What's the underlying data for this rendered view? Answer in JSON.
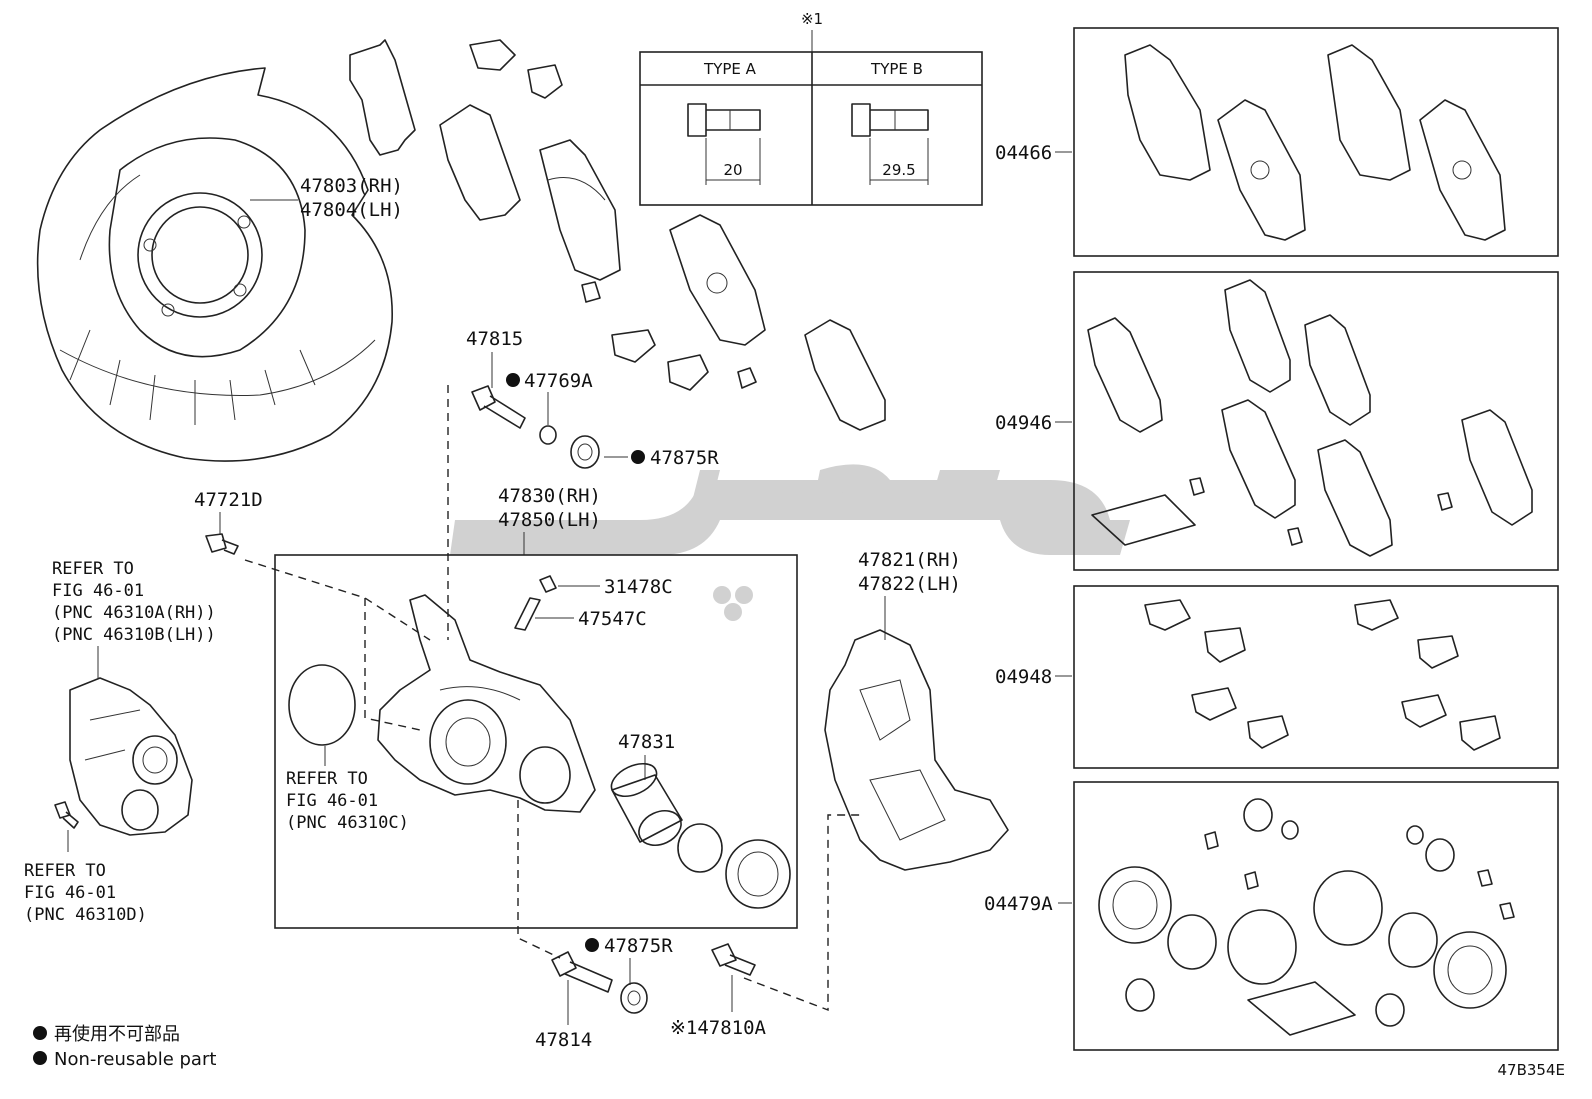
{
  "table": {
    "note": "※1",
    "type_a": "TYPE A",
    "type_b": "TYPE B",
    "dim_a": "20",
    "dim_b": "29.5"
  },
  "labels": {
    "shield_rh": "47803(RH)",
    "shield_lh": "47804(LH)",
    "p47815": "47815",
    "p47769a": "47769A",
    "p47875r_top": "47875R",
    "p47721d": "47721D",
    "caliper_rh": "47830(RH)",
    "caliper_lh": "47850(LH)",
    "p31478c": "31478C",
    "p47547c": "47547C",
    "p47831": "47831",
    "mount_rh": "47821(RH)",
    "mount_lh": "47822(LH)",
    "p47875r_bot": "47875R",
    "p47814": "47814",
    "p47810a": "※147810A",
    "kit_04466": "04466",
    "kit_04946": "04946",
    "kit_04948": "04948",
    "kit_04479a": "04479A"
  },
  "refer_left_top": [
    "REFER TO",
    "FIG 46-01",
    "(PNC 46310A(RH))",
    "(PNC 46310B(LH))"
  ],
  "refer_center": [
    "REFER TO",
    "FIG 46-01",
    "(PNC 46310C)"
  ],
  "refer_left_bottom": [
    "REFER TO",
    "FIG 46-01",
    "(PNC 46310D)"
  ],
  "legend": {
    "line1": "再使用不可部品",
    "line2": "Non-reusable part"
  },
  "code": "47B354E",
  "icons": [
    "non-reusable-bullet-icon"
  ]
}
